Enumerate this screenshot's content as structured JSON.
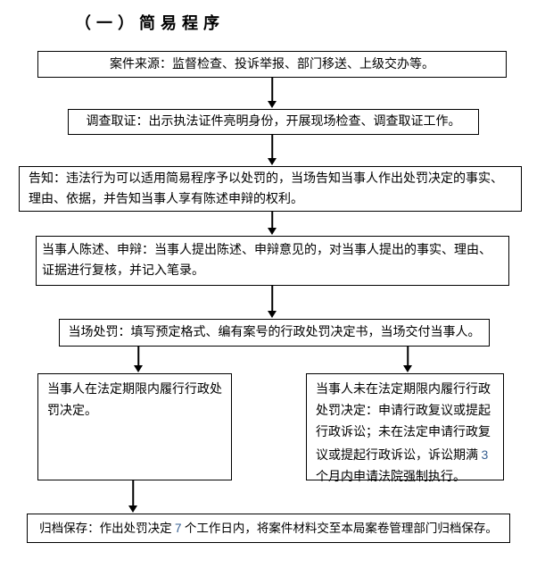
{
  "title": "（一）简易程序",
  "colors": {
    "line": "#000000",
    "text": "#000000",
    "number_accent": "#365f91",
    "background": "#ffffff"
  },
  "flow": {
    "case_source": "案件来源：监督检查、投诉举报、部门移送、上级交办等。",
    "investigation": "调查取证：出示执法证件亮明身份，开展现场检查、调查取证工作。",
    "notification": "告知：违法行为可以适用简易程序予以处罚的，当场告知当事人作出处罚决定的事实、理由、依据，并告知当事人享有陈述申辩的权利。",
    "statement_defense": "当事人陈述、申辩：当事人提出陈述、申辩意见的，对当事人提出的事实、理由、证据进行复核，并记入笔录。",
    "onsite_penalty": "当场处罚：填写预定格式、编有案号的行政处罚决定书，当场交付当事人。",
    "comply": "当事人在法定期限内履行行政处罚决定。",
    "noncomply": {
      "part1": "当事人未在法定期限内履行行政处罚决定：申请行政复议或提起行政诉讼；未在法定申请行政复议或提起行政诉讼，诉讼期满 ",
      "number": "3",
      "part2": " 个月内申请法院强制执行。"
    },
    "archive": {
      "part1": "归档保存：作出处罚决定 ",
      "number": "7",
      "part2": " 个工作日内，将案件材料交至本局案卷管理部门归档保存。"
    }
  }
}
